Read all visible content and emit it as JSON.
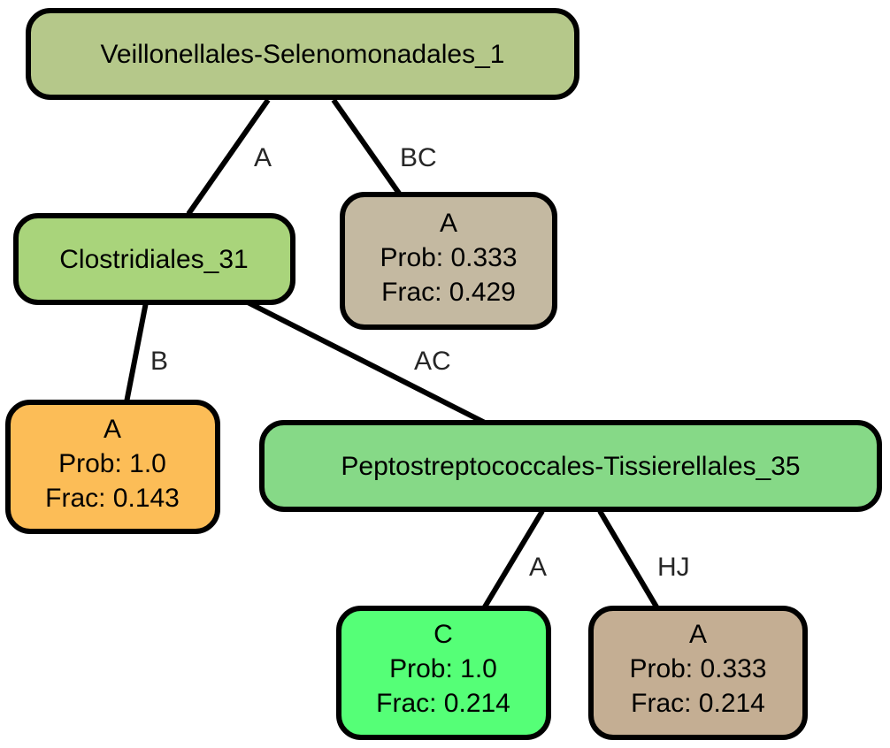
{
  "diagram": {
    "nodes": {
      "root": {
        "label": "Veillonellales-Selenomonadales_1",
        "color": "#b5c88a"
      },
      "clos": {
        "label": "Clostridiales_31",
        "color": "#a9d47b"
      },
      "leafBC": {
        "line1": "A",
        "line2": "Prob: 0.333",
        "line3": "Frac: 0.429",
        "color": "#c4b9a1"
      },
      "leafB": {
        "line1": "A",
        "line2": "Prob: 1.0",
        "line3": "Frac: 0.143",
        "color": "#fcbd57"
      },
      "pept": {
        "label": "Peptostreptococcales-Tissierellales_35",
        "color": "#86d987"
      },
      "leafC": {
        "line1": "C",
        "line2": "Prob: 1.0",
        "line3": "Frac: 0.214",
        "color": "#55ff77"
      },
      "leafHJ": {
        "line1": "A",
        "line2": "Prob: 0.333",
        "line3": "Frac: 0.214",
        "color": "#c4ae93"
      }
    },
    "edges": {
      "root_clos": "A",
      "root_leafBC": "BC",
      "clos_leafB": "B",
      "clos_pept": "AC",
      "pept_leafC": "A",
      "pept_leafHJ": "HJ"
    }
  }
}
